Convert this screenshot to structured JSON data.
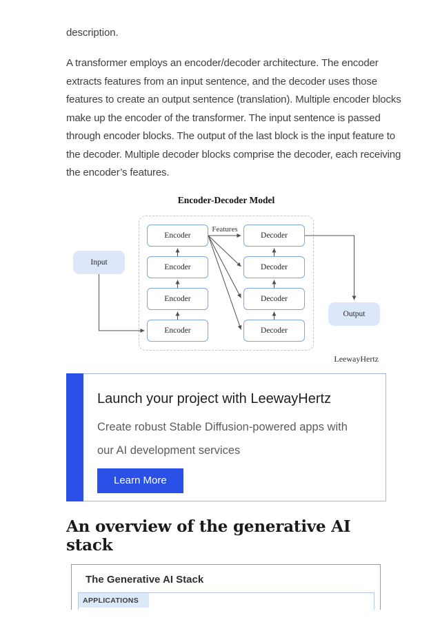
{
  "article": {
    "intro_line": "description.",
    "paragraph_lines": [
      "A transformer employs an encoder/decoder architecture. The encoder",
      "extracts features from an input sentence, and the decoder uses those",
      "features to create an output sentence (translation). Multiple encoder blocks",
      "make up the encoder of the transformer. The input sentence is passed",
      "through encoder blocks. The output of the last block is the input feature to",
      "the decoder. Multiple decoder blocks comprise the decoder, each receiving",
      "the encoder’s features."
    ]
  },
  "figure": {
    "title": "Encoder-Decoder Model",
    "input_label": "Input",
    "output_label": "Output",
    "features_label": "Features",
    "encoders": [
      "Encoder",
      "Encoder",
      "Encoder",
      "Encoder"
    ],
    "decoders": [
      "Decoder",
      "Decoder",
      "Decoder",
      "Decoder"
    ],
    "credit": "LeewayHertz",
    "colors": {
      "block_border": "#7ea6db",
      "terminal_fill": "#dce8f9",
      "dashed_border": "#c6c6c6",
      "arrow": "#4f4f4f"
    }
  },
  "cta": {
    "title": "Launch your project with LeewayHertz",
    "subtitle_lines": [
      "Create robust Stable Diffusion-powered apps with",
      "our AI development services"
    ],
    "button_label": "Learn More",
    "colors": {
      "accent": "#2b50e8",
      "border": "#a5b4e6"
    }
  },
  "section": {
    "heading": "An overview of the generative AI stack"
  },
  "stack": {
    "title": "The Generative AI Stack",
    "row_label": "APPLICATIONS",
    "colors": {
      "outer_border": "#9a9a9a",
      "inner_border": "#b5c4e2",
      "row_bg": "#dbe9f8"
    }
  }
}
